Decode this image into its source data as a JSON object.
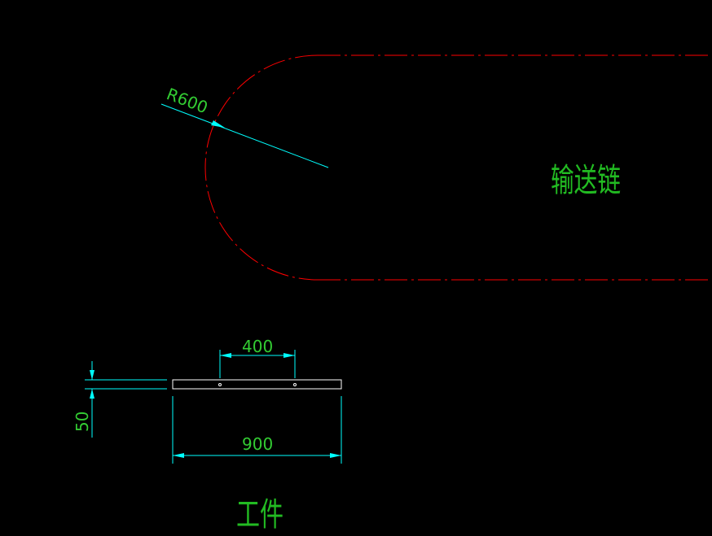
{
  "drawing": {
    "radius_label": "R600",
    "conveyor_label": "输送链",
    "spacing_label": "400",
    "height_label": "50",
    "length_label": "900",
    "workpiece_label": "工件"
  },
  "colors": {
    "background": "#000000",
    "dimension": "#00ffff",
    "text": "#33cc33",
    "centerline": "#ff0000",
    "outline": "#ffffff"
  }
}
